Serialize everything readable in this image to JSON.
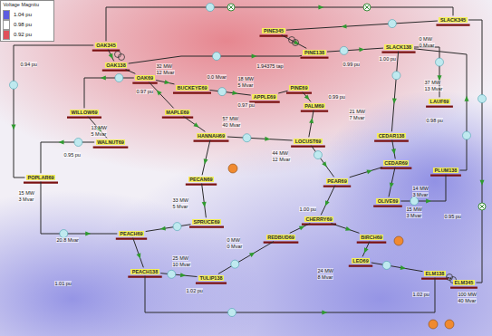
{
  "diagram": {
    "nodes": [
      {
        "text": [
          "SLACK345"
        ]
      },
      {
        "text": [
          "PINE345"
        ]
      },
      {
        "text": [
          "OAK345"
        ]
      },
      {
        "text": [
          "SLACK138"
        ]
      },
      {
        "text": [
          "PINE138"
        ]
      },
      {
        "text": [
          "OAK138"
        ]
      },
      {
        "text": [
          "OAK69"
        ]
      },
      {
        "text": [
          "BUCKEYE69"
        ]
      },
      {
        "text": [
          "PINE69"
        ]
      },
      {
        "text": [
          "APPLE69"
        ]
      },
      {
        "text": [
          "LAUF69"
        ]
      },
      {
        "text": [
          "PALM69"
        ]
      },
      {
        "text": [
          "WILLOW69"
        ]
      },
      {
        "text": [
          "MAPLE69"
        ]
      },
      {
        "text": [
          "HANNAH69"
        ]
      },
      {
        "text": [
          "LOCUST69"
        ]
      },
      {
        "text": [
          "WALNUT69"
        ]
      },
      {
        "text": [
          "CEDAR138"
        ]
      },
      {
        "text": [
          "CEDAR69"
        ]
      },
      {
        "text": [
          "PLUM138"
        ]
      },
      {
        "text": [
          "POPLAR69"
        ]
      },
      {
        "text": [
          "PECAN69"
        ]
      },
      {
        "text": [
          "PEAR69"
        ]
      },
      {
        "text": [
          "OLIVE69"
        ]
      },
      {
        "text": [
          "CHERRY69"
        ]
      },
      {
        "text": [
          "SPRUCE69"
        ]
      },
      {
        "text": [
          "PEACH69"
        ]
      },
      {
        "text": [
          "REDBUD69"
        ]
      },
      {
        "text": [
          "BIRCH69"
        ]
      },
      {
        "text": [
          "LEO69"
        ]
      },
      {
        "text": [
          "PEACH138"
        ]
      },
      {
        "text": [
          "TULIP138"
        ]
      },
      {
        "text": [
          "ELM138"
        ]
      },
      {
        "text": [
          "ELM345"
        ]
      }
    ],
    "edges": [
      {
        "from": 0,
        "to": 1,
        "arrow": "none"
      },
      {
        "from": 2,
        "to": 0,
        "arrow": "none"
      },
      {
        "from": 0,
        "to": 33,
        "arrow": "none"
      },
      {
        "from": 1,
        "to": 4,
        "arrow": "none"
      },
      {
        "from": 2,
        "to": 5,
        "arrow": "none"
      },
      {
        "from": 5,
        "to": 6,
        "arrow": "none"
      },
      {
        "from": 5,
        "to": 4,
        "arrow": "none"
      },
      {
        "from": 6,
        "to": 7,
        "arrow": "none"
      },
      {
        "from": 7,
        "to": 9,
        "arrow": "none"
      },
      {
        "from": 9,
        "to": 8,
        "arrow": "none"
      },
      {
        "from": 8,
        "to": 11,
        "arrow": "none"
      },
      {
        "from": 4,
        "to": 3,
        "arrow": "none"
      },
      {
        "from": 3,
        "to": 10,
        "arrow": "none"
      },
      {
        "from": 3,
        "to": 17,
        "arrow": "none"
      },
      {
        "from": 17,
        "to": 18,
        "arrow": "none"
      },
      {
        "from": 6,
        "to": 12,
        "arrow": "none"
      },
      {
        "from": 12,
        "to": 16,
        "arrow": "none"
      },
      {
        "from": 16,
        "to": 20,
        "arrow": "none"
      },
      {
        "from": 13,
        "to": 14,
        "arrow": "none"
      },
      {
        "from": 14,
        "to": 15,
        "arrow": "none"
      },
      {
        "from": 15,
        "to": 11,
        "arrow": "none"
      },
      {
        "from": 15,
        "to": 22,
        "arrow": "none"
      },
      {
        "from": 22,
        "to": 18,
        "arrow": "none"
      },
      {
        "from": 18,
        "to": 23,
        "arrow": "none"
      },
      {
        "from": 23,
        "to": 19,
        "arrow": "none"
      },
      {
        "from": 19,
        "to": 3,
        "arrow": "none"
      },
      {
        "from": 22,
        "to": 24,
        "arrow": "none"
      },
      {
        "from": 14,
        "to": 21,
        "arrow": "none"
      },
      {
        "from": 21,
        "to": 25,
        "arrow": "none"
      },
      {
        "from": 25,
        "to": 26,
        "arrow": "none"
      },
      {
        "from": 20,
        "to": 26,
        "arrow": "none"
      },
      {
        "from": 26,
        "to": 30,
        "arrow": "none"
      },
      {
        "from": 30,
        "to": 31,
        "arrow": "none"
      },
      {
        "from": 31,
        "to": 27,
        "arrow": "none"
      },
      {
        "from": 27,
        "to": 24,
        "arrow": "none"
      },
      {
        "from": 24,
        "to": 28,
        "arrow": "none"
      },
      {
        "from": 28,
        "to": 29,
        "arrow": "none"
      },
      {
        "from": 29,
        "to": 32,
        "arrow": "none"
      },
      {
        "from": 32,
        "to": 33,
        "arrow": "none"
      },
      {
        "from": 30,
        "to": 32,
        "arrow": "none"
      },
      {
        "from": 2,
        "to": 20,
        "arrow": "none"
      },
      {
        "from": 13,
        "to": 6,
        "arrow": "none"
      }
    ],
    "labels": [
      "Voltage Magnitu",
      "0.94 pu",
      "32 MW",
      "12 Mvar",
      "0.97 pu",
      "0.0 Mvar",
      "18 MW",
      "5 Mvar",
      "1.94375 tap",
      "0.97 pu",
      "21 MW",
      "7 Mvar",
      "37 MW",
      "13 Mvar",
      "0 MW",
      "0 Mvar",
      "1.00 pu",
      "0.99 pu",
      "57 MW",
      "40 Mvar",
      "44 MW",
      "12 Mvar",
      "13 MW",
      "5 Mvar",
      "0.95 pu",
      "33 MW",
      "5 Mvar",
      "15 MW",
      "3 Mvar",
      "14 MW",
      "3 Mvar",
      "15 MW",
      "3 Mvar",
      "0.95 pu",
      "1.00 pu",
      "0 MW",
      "0 Mvar",
      "25 MW",
      "10 Mvar",
      "20.8 Mvar",
      "24 MW",
      "8 Mvar",
      "1.02 pu",
      "1.01 pu",
      "1.02 pu",
      "100 MW",
      "40 Mvar",
      "0.99 pu",
      "0.98 pu"
    ],
    "legend": [
      {
        "text": "1.04 pu",
        "color": "#5c5ce0"
      },
      {
        "text": "0.98 pu",
        "color": "#ffffff"
      },
      {
        "text": "0.92 pu",
        "color": "#e0505a"
      }
    ]
  }
}
